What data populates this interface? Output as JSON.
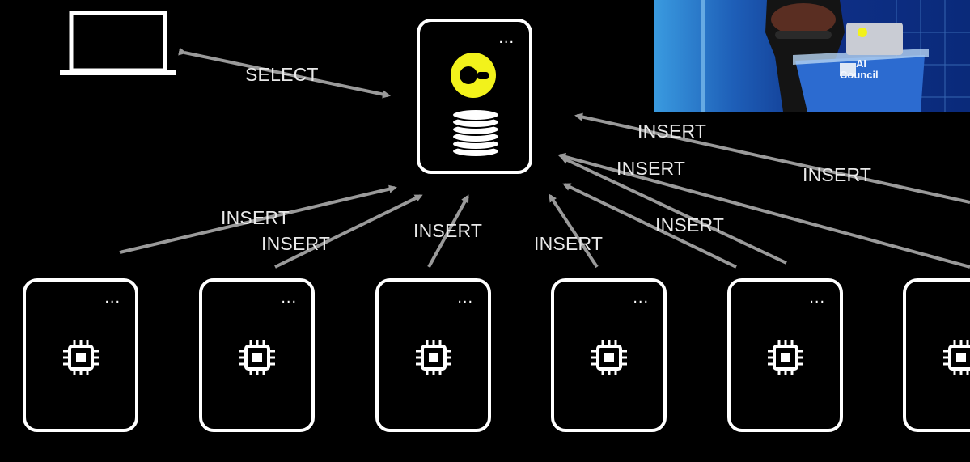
{
  "diagram": {
    "edges": [
      {
        "label": "SELECT",
        "direction": "bidirectional",
        "from": "laptop",
        "to": "database-server"
      },
      {
        "label": "INSERT",
        "from": "worker-1",
        "to": "database-server"
      },
      {
        "label": "INSERT",
        "from": "worker-2",
        "to": "database-server"
      },
      {
        "label": "INSERT",
        "from": "worker-3",
        "to": "database-server"
      },
      {
        "label": "INSERT",
        "from": "worker-4",
        "to": "database-server"
      },
      {
        "label": "INSERT",
        "from": "worker-5",
        "to": "database-server"
      },
      {
        "label": "INSERT",
        "from": "worker-6",
        "to": "database-server"
      },
      {
        "label": "INSERT",
        "from": "offscreen-worker",
        "to": "database-server"
      },
      {
        "label": "INSERT",
        "from": "offscreen-worker",
        "to": "database-server"
      }
    ],
    "database_server": {
      "menu": "...",
      "logo_icon": "duckdb-style-logo-icon",
      "storage_icon": "database-stack-icon"
    },
    "client": {
      "icon": "laptop-icon"
    },
    "workers": [
      {
        "menu": "...",
        "icon": "cpu-chip-icon"
      },
      {
        "menu": "...",
        "icon": "cpu-chip-icon"
      },
      {
        "menu": "...",
        "icon": "cpu-chip-icon"
      },
      {
        "menu": "...",
        "icon": "cpu-chip-icon"
      },
      {
        "menu": "...",
        "icon": "cpu-chip-icon"
      },
      {
        "menu": "...",
        "icon": "cpu-chip-icon"
      }
    ]
  },
  "video_inset": {
    "podium_sign_line1": "AI",
    "podium_sign_line2": "Council"
  },
  "colors": {
    "background": "#000000",
    "stroke": "#ffffff",
    "arrow": "#9a9a9a",
    "label": "#e9e9e9",
    "logo_accent": "#f2f21b",
    "stage_blue": "#1f6fd0"
  }
}
